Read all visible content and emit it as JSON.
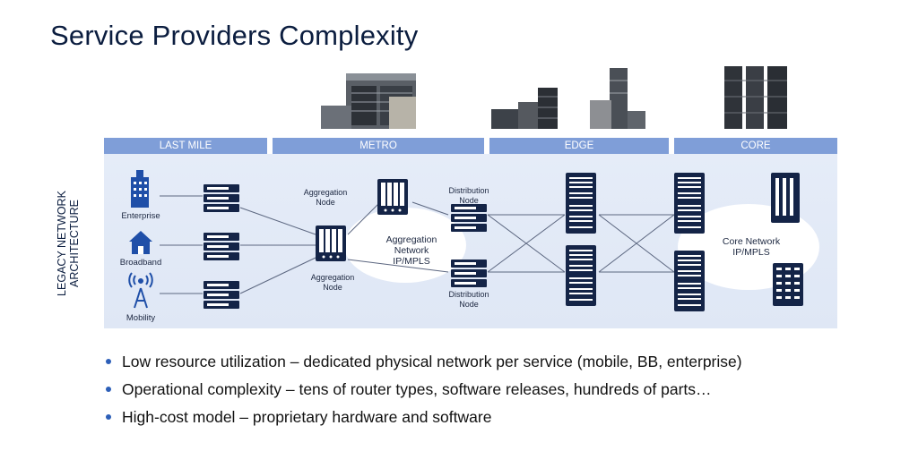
{
  "title": "Service Providers Complexity",
  "side_label": "LEGACY NETWORK ARCHITECTURE",
  "sections": [
    "LAST MILE",
    "METRO",
    "EDGE",
    "CORE"
  ],
  "services": [
    "Enterprise",
    "Broadband",
    "Mobility"
  ],
  "nodes": {
    "aggregation_top": "Aggregation Node",
    "aggregation_bottom": "Aggregation Node",
    "distribution_top": "Distribution Node",
    "distribution_bottom": "Distribution Node"
  },
  "networks": {
    "aggregation": [
      "Aggregation",
      "Network",
      "IP/MPLS"
    ],
    "core": [
      "Core Network",
      "IP/MPLS"
    ]
  },
  "bullets": [
    "Low resource utilization – dedicated physical network per service (mobile, BB, enterprise)",
    "Operational complexity – tens of router types, software releases, hundreds of parts…",
    "High-cost model – proprietary hardware and software"
  ],
  "colors": {
    "section_bar": "#7f9ed8",
    "diagram_bg": "#e2e9f6",
    "icon": "#142447",
    "bullet": "#2d5fb8"
  }
}
